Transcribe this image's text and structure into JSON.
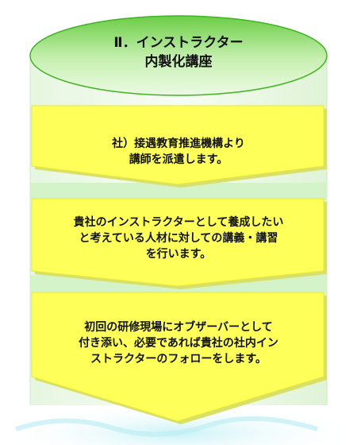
{
  "title": {
    "line1": "Ⅱ．インストラクター",
    "line2": "内製化講座"
  },
  "steps": [
    {
      "lines": [
        "社）接遇教育推進機構より",
        "講師を派遣します。"
      ]
    },
    {
      "lines": [
        "貴社のインストラクターとして養成したい",
        "と考えている人材に対しての講義・講習",
        "を行います。"
      ]
    },
    {
      "lines": [
        "初回の研修現場にオブザーバーとして",
        "付き添い、必要であれば貴社の社内イン",
        "ストラクターのフォローをします。"
      ]
    }
  ],
  "colors": {
    "cap_top": "#b5e79a",
    "cap_edge": "#3fb51f",
    "cylinder_band": "#d4f3c8",
    "step_fill": "#ffff5a",
    "step_shadow": "#d8e06a",
    "water": "#9fe2ea"
  }
}
